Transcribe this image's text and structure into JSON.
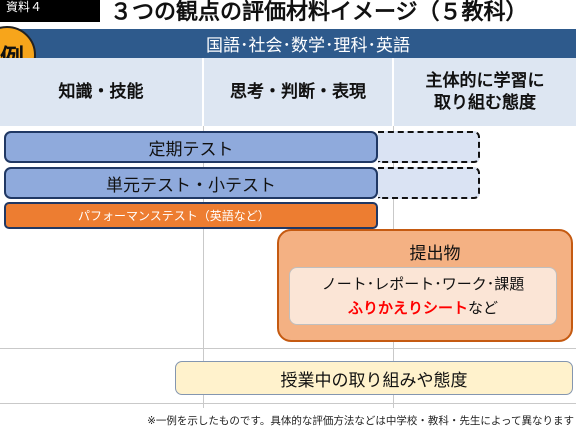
{
  "title": {
    "tag": "資料４",
    "text": "３つの観点の評価材料イメージ（５教科）"
  },
  "badge": "例",
  "header_band": "国語･社会･数学･理科･英語",
  "columns": {
    "a": "知識・技能",
    "b": "思考・判断・表現",
    "c_line1": "主体的に学習に",
    "c_line2": "取り組む態度"
  },
  "tests": {
    "regular": "定期テスト",
    "unit": "単元テスト・小テスト",
    "performance": "パフォーマンステスト（英語など）"
  },
  "submission": {
    "title": "提出物",
    "line1": "ノート･レポート･ワーク･課題",
    "highlight": "ふりかえりシート",
    "suffix": "など"
  },
  "attitude": "授業中の取り組みや態度",
  "footnote": "※一例を示したものです。具体的な評価方法などは中学校・教科・先生によって異なります",
  "colors": {
    "header_band": "#2e5a8c",
    "column_header": "#dde6f2",
    "test_box": "#8faadc",
    "dashed_ext": "#dae3f3",
    "performance": "#ed7d31",
    "submission_outer": "#f4b183",
    "submission_inner": "#fbe5d6",
    "highlight_text": "#ff0000",
    "attitude": "#fff2cc",
    "badge": "#f7a51b"
  }
}
